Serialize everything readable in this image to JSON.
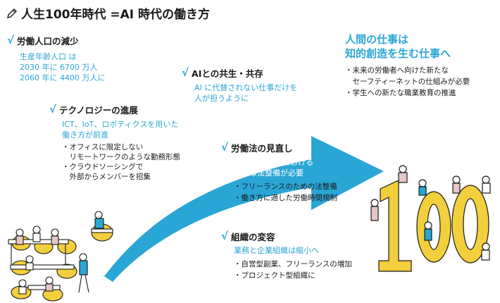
{
  "title": "人生100年時代 =AI 時代の働き方",
  "icons": {
    "title": "pencil-icon",
    "section": "check-icon"
  },
  "colors": {
    "accent": "#2aa6d6",
    "arrow": "#2aa6d6",
    "numbers": "#f2cf3c"
  },
  "decor": {
    "figure_number": "100"
  },
  "sections": {
    "population": {
      "heading": "労働人口の減少",
      "lines": [
        "生産年齢人口 は",
        "2030 年に 6700 万人",
        "2060 年に 4400 万人に"
      ]
    },
    "technology": {
      "heading": "テクノロジーの進展",
      "sub": [
        "ICT、IoT、ロボティクスを用いた",
        "働き方が前進"
      ],
      "bullets": [
        "・オフィスに限定しない",
        "　リモートワークのような勤務形態",
        "・クラウドソーシングで",
        "　外部からメンバーを招集"
      ]
    },
    "ai": {
      "heading": "AIとの共生・共存",
      "sub": [
        "AI に代替されない仕事だけを",
        "人が担うように"
      ]
    },
    "labor_law": {
      "heading": "労働法の見直し",
      "sub": [
        "AI 時代の労働における",
        "新たな法整備が必要"
      ],
      "bullets": [
        "・フリーランスのための法整備",
        "・働き方に適した労働時間規制"
      ]
    },
    "organization": {
      "heading": "組織の変容",
      "sub": [
        "業務と企業組織は縮小へ"
      ],
      "bullets": [
        "・自営型副業、フリーランスの増加",
        "・プロジェクト型組織に"
      ]
    },
    "future": {
      "headline": [
        "人間の仕事は",
        "知的創造を生む仕事へ"
      ],
      "bullets": [
        "・未来の労働者へ向けた新たな",
        "　セーフティーネットの仕組みが必要",
        "・学生への新たな職業教育の推進"
      ]
    }
  }
}
